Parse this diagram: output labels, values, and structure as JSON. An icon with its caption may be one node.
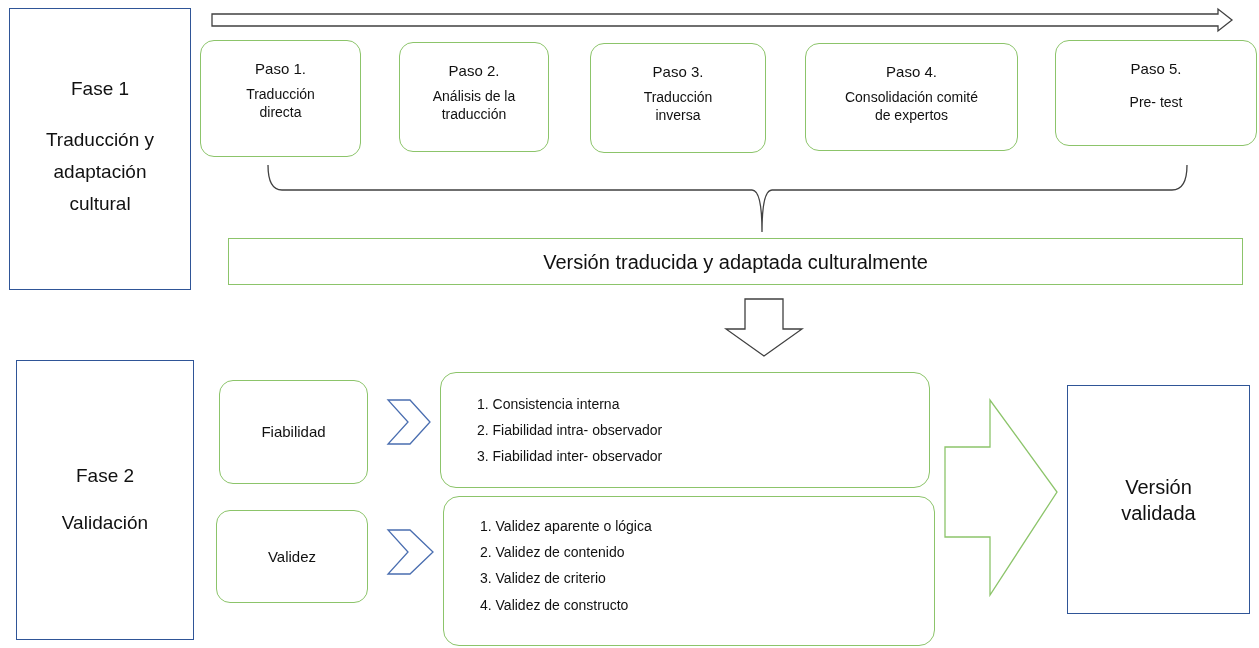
{
  "diagram": {
    "nodes": [
      {
        "text": [
          "Fase 1",
          "Traducción y adaptación cultural"
        ]
      },
      {
        "text": [
          "Paso 1.",
          "Traducción directa"
        ]
      },
      {
        "text": [
          "Paso 2.",
          "Análisis de la traducción"
        ]
      },
      {
        "text": [
          "Paso 3.",
          "Traducción inversa"
        ]
      },
      {
        "text": [
          "Paso 4.",
          "Consolidación comité de expertos"
        ]
      },
      {
        "text": [
          "Paso 5.",
          "Pre- test"
        ]
      },
      {
        "text": [
          "Versión traducida y adaptada culturalmente"
        ]
      },
      {
        "text": [
          "Fase 2",
          "Validación"
        ]
      },
      {
        "text": [
          "Fiabilidad"
        ]
      },
      {
        "text": [
          "1. Consistencia interna",
          "2. Fiabilidad intra- observador",
          "3. Fiabilidad inter- observador"
        ]
      },
      {
        "text": [
          "Validez"
        ]
      },
      {
        "text": [
          "1. Validez aparente o lógica",
          "2. Validez de contenido",
          "3. Validez de criterio",
          "4. Validez de constructo"
        ]
      },
      {
        "text": [
          "Versión validada"
        ]
      }
    ],
    "edges": [
      {
        "from": 6,
        "to": 9,
        "arrow": "to",
        "color": "#404040"
      },
      {
        "from": 8,
        "to": 9,
        "arrow": "to",
        "color": "#4a6eb0"
      },
      {
        "from": 10,
        "to": 11,
        "arrow": "to",
        "color": "#4a6eb0"
      },
      {
        "from": 9,
        "to": 12,
        "arrow": "to",
        "color": "#8cc46a"
      },
      {
        "from": 11,
        "to": 12,
        "arrow": "to",
        "color": "#8cc46a"
      }
    ]
  }
}
